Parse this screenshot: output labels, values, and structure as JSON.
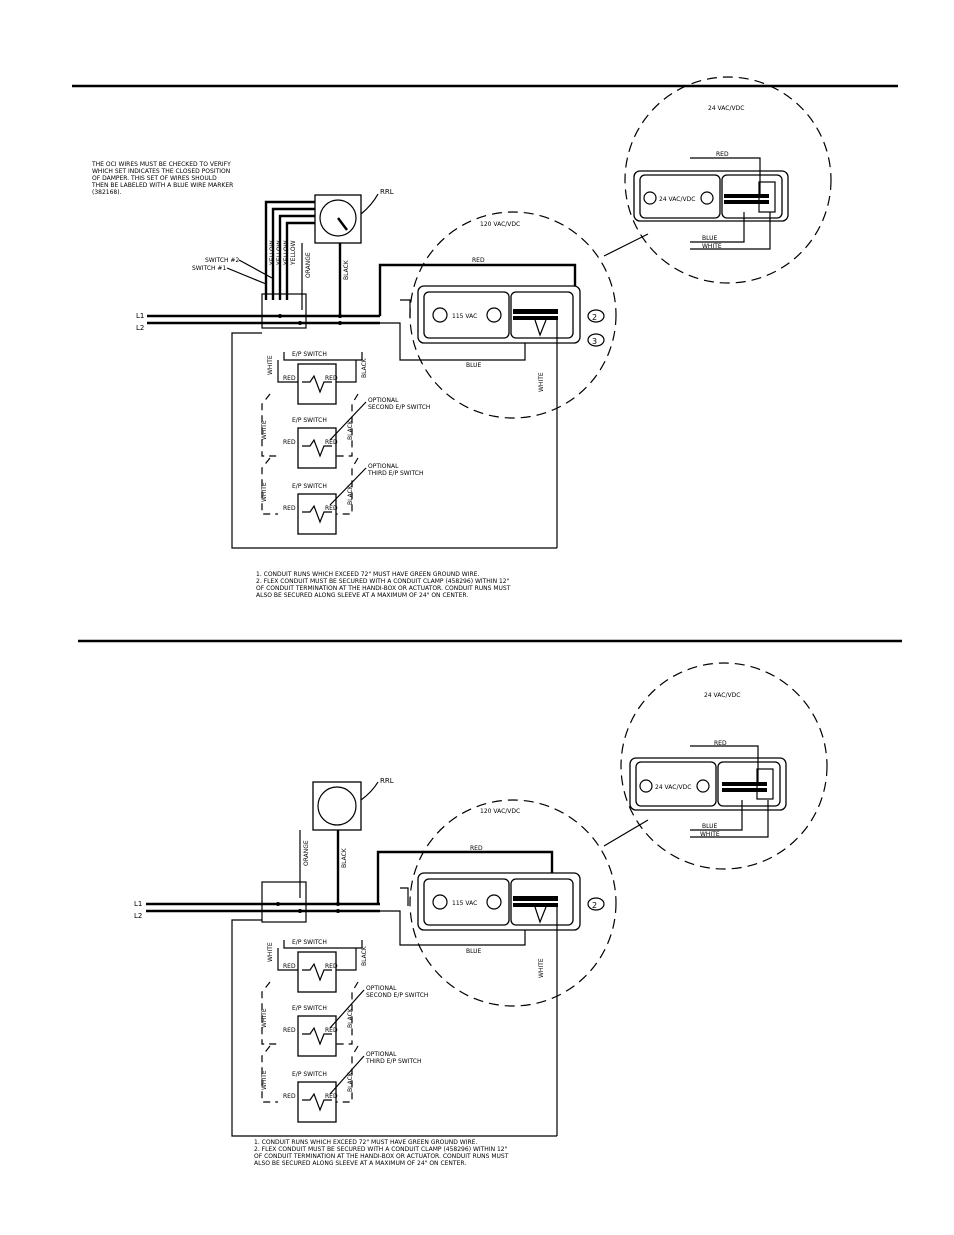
{
  "diagrams": [
    {
      "note": "THE OCI WIRES MUST BE CHECKED TO VERIFY WHICH SET INDICATES THE CLOSED POSITION OF DAMPER. THIS SET OF WIRES SHOULD THEN BE LABELED WITH A BLUE WIRE MARKER (382168).",
      "note_lines": [
        "THE OCI WIRES MUST BE CHECKED TO VERIFY",
        "WHICH SET INDICATES THE CLOSED POSITION",
        "OF DAMPER. THIS SET OF WIRES SHOULD",
        "THEN BE LABELED WITH A BLUE WIRE MARKER",
        "(382168)."
      ],
      "rrl": "RRL",
      "switch2": "SWITCH #2",
      "switch1": "SWITCH #1",
      "yellow": "YELLOW",
      "orange": "ORANGE",
      "black": "BLACK",
      "white": "WHITE",
      "red": "RED",
      "blue": "BLUE",
      "l1": "L1",
      "l2": "L2",
      "ep_switch": "E/P SWITCH",
      "optional_second": [
        "OPTIONAL",
        "SECOND E/P SWITCH"
      ],
      "optional_third": [
        "OPTIONAL",
        "THIRD E/P SWITCH"
      ],
      "vac120": "120 VAC/VDC",
      "vac115": "115 VAC",
      "vac24_title": "24 VAC/VDC",
      "vac24": "24 VAC/VDC",
      "markers": [
        "2",
        "3"
      ],
      "footnotes": [
        "1. CONDUIT RUNS WHICH EXCEED 72\" MUST HAVE GREEN GROUND WIRE.",
        "2. FLEX CONDUIT MUST BE SECURED WITH A CONDUIT CLAMP (458296) WITHIN 12\"",
        "OF CONDUIT TERMINATION AT THE HANDI-BOX OR ACTUATOR. CONDUIT RUNS MUST",
        "ALSO BE SECURED ALONG SLEEVE AT A MAXIMUM OF 24\" ON CENTER."
      ]
    },
    {
      "rrl": "RRL",
      "orange": "ORANGE",
      "black": "BLACK",
      "white": "WHITE",
      "red": "RED",
      "blue": "BLUE",
      "l1": "L1",
      "l2": "L2",
      "ep_switch": "E/P SWITCH",
      "optional_second": [
        "OPTIONAL",
        "SECOND E/P SWITCH"
      ],
      "optional_third": [
        "OPTIONAL",
        "THIRD E/P SWITCH"
      ],
      "vac120": "120 VAC/VDC",
      "vac115": "115 VAC",
      "vac24_title": "24 VAC/VDC",
      "vac24": "24 VAC/VDC",
      "markers": [
        "2"
      ],
      "footnotes": [
        "1. CONDUIT RUNS WHICH EXCEED 72\" MUST HAVE GREEN GROUND WIRE.",
        "2. FLEX CONDUIT MUST BE SECURED WITH A CONDUIT CLAMP (458296) WITHIN 12\"",
        "OF CONDUIT TERMINATION AT THE HANDI-BOX OR ACTUATOR. CONDUIT RUNS MUST",
        "ALSO BE SECURED ALONG SLEEVE AT A MAXIMUM OF 24\" ON CENTER."
      ]
    }
  ]
}
